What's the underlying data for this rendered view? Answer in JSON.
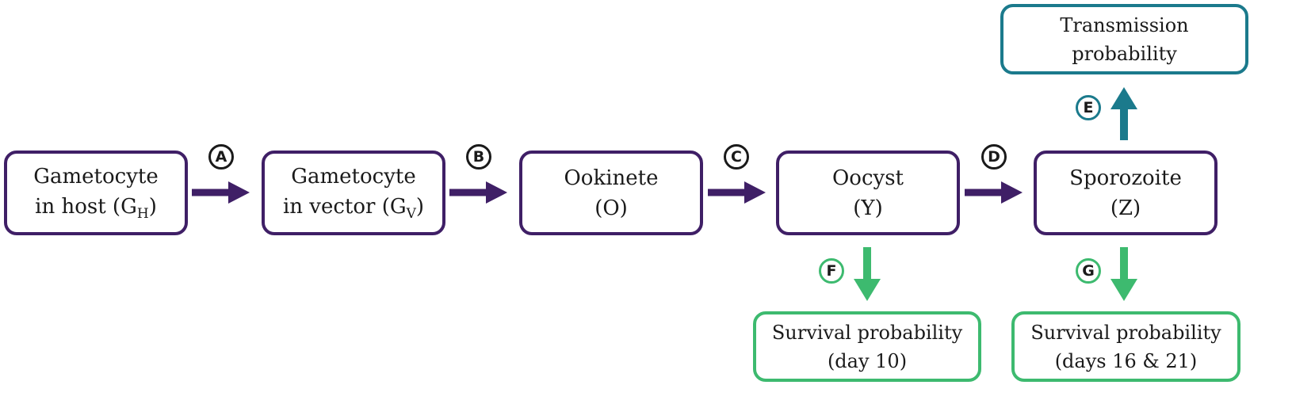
{
  "nodes": {
    "gh": {
      "line1": "Gametocyte",
      "line2_prefix": "in host (G",
      "line2_sub": "H",
      "line2_suffix": ")"
    },
    "gv": {
      "line1": "Gametocyte",
      "line2_prefix": "in vector (G",
      "line2_sub": "V",
      "line2_suffix": ")"
    },
    "o": {
      "line1": "Ookinete",
      "line2": "(O)"
    },
    "y": {
      "line1": "Oocyst",
      "line2": "(Y)"
    },
    "z": {
      "line1": "Sporozoite",
      "line2": "(Z)"
    },
    "transmission": {
      "line1": "Transmission",
      "line2": "probability"
    },
    "survival_y": {
      "line1": "Survival probability",
      "line2": "(day 10)"
    },
    "survival_z": {
      "line1": "Survival probability",
      "line2": "(days 16 & 21)"
    }
  },
  "labels": {
    "a": "A",
    "b": "B",
    "c": "C",
    "d": "D",
    "e": "E",
    "f": "F",
    "g": "G"
  },
  "colors": {
    "main": "#3f1f66",
    "green": "#3dba6f",
    "teal": "#1b7a8c"
  }
}
